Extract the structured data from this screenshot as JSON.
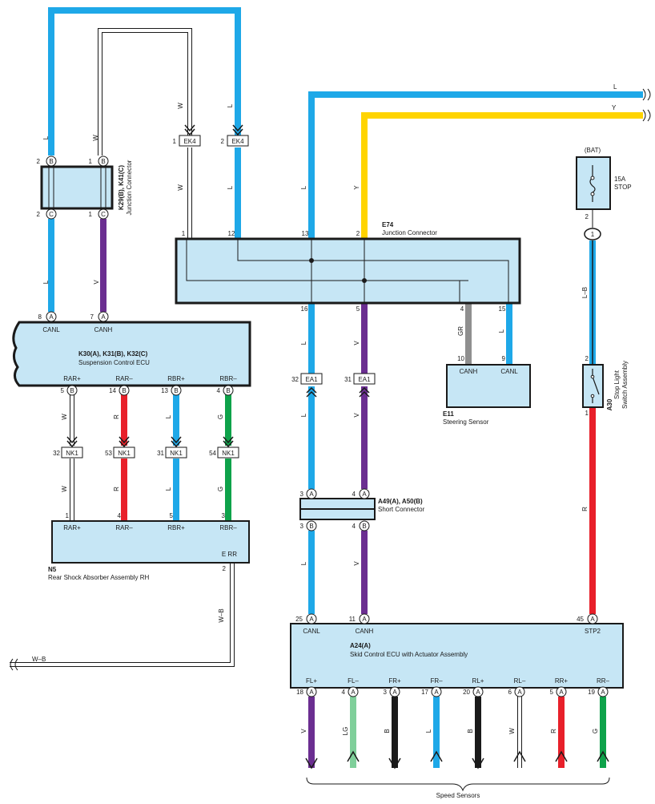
{
  "colors": {
    "L": "#1ea8e8",
    "Y": "#ffd400",
    "V": "#6b2e91",
    "R": "#e8202a",
    "G": "#0ea24a",
    "B": "#1a1a1a",
    "LG": "#7fcf9a",
    "GR": "#8f8f8f",
    "box": "#c6e6f5"
  },
  "wire_labels": {
    "L": "L",
    "Y": "Y",
    "W": "W",
    "V": "V",
    "R": "R",
    "G": "G",
    "B": "B",
    "LG": "LG",
    "GR": "GR",
    "LB": "L–B",
    "WB": "W–B"
  },
  "k29": {
    "name": "K29(B), K41(C)",
    "desc": "Junction Connector",
    "pin_b": "B",
    "pin_c": "C",
    "n2": "2",
    "n1": "1"
  },
  "k30": {
    "name": "K30(A), K31(B), K32(C)",
    "desc": "Suspension Control ECU",
    "canl": "CANL",
    "canh": "CANH",
    "p8": "8",
    "p7": "7",
    "pin_a": "A",
    "pins": [
      {
        "label": "RAR+",
        "num": "5",
        "conn": "B"
      },
      {
        "label": "RAR–",
        "num": "14",
        "conn": "B"
      },
      {
        "label": "RBR+",
        "num": "13",
        "conn": "B"
      },
      {
        "label": "RBR–",
        "num": "4",
        "conn": "B"
      }
    ]
  },
  "ek4": {
    "label": "EK4",
    "n1": "1",
    "n2": "2"
  },
  "nk1": {
    "label": "NK1",
    "nums": [
      "32",
      "53",
      "31",
      "54"
    ]
  },
  "n5": {
    "id": "N5",
    "desc": "Rear Shock Absorber Assembly RH",
    "pins": [
      {
        "label": "RAR+",
        "num": "1"
      },
      {
        "label": "RAR–",
        "num": "4"
      },
      {
        "label": "RBR+",
        "num": "5"
      },
      {
        "label": "RBR–",
        "num": "3"
      }
    ],
    "err": "E RR",
    "p2": "2"
  },
  "e74": {
    "id": "E74",
    "desc": "Junction Connector",
    "top": [
      "1",
      "12",
      "13",
      "2"
    ],
    "bottom": [
      "16",
      "5",
      "4",
      "15"
    ]
  },
  "ea1": {
    "label": "EA1",
    "n32": "32",
    "n31": "31"
  },
  "e11": {
    "id": "E11",
    "desc": "Steering Sensor",
    "canh": "CANH",
    "canl": "CANL",
    "p10": "10",
    "p9": "9"
  },
  "a49": {
    "name": "A49(A), A50(B)",
    "desc": "Short Connector",
    "n3": "3",
    "n4": "4",
    "pa": "A",
    "pb": "B"
  },
  "a24": {
    "id": "A24(A)",
    "desc": "Skid Control ECU with Actuator Assembly",
    "canl": "CANL",
    "canh": "CANH",
    "stp2": "STP2",
    "p25": "25",
    "p11": "11",
    "p45": "45",
    "pa": "A",
    "pins": [
      {
        "label": "FL+",
        "num": "18",
        "wire": "V"
      },
      {
        "label": "FL–",
        "num": "4",
        "wire": "LG"
      },
      {
        "label": "FR+",
        "num": "3",
        "wire": "B"
      },
      {
        "label": "FR–",
        "num": "17",
        "wire": "L"
      },
      {
        "label": "RL+",
        "num": "20",
        "wire": "B"
      },
      {
        "label": "RL–",
        "num": "6",
        "wire": "W"
      },
      {
        "label": "RR+",
        "num": "5",
        "wire": "R"
      },
      {
        "label": "RR–",
        "num": "19",
        "wire": "G"
      }
    ]
  },
  "speed_sensors": "Speed Sensors",
  "bat": "(BAT)",
  "fuse": {
    "amp": "15A",
    "name": "STOP",
    "p2": "2",
    "conn": "1"
  },
  "a30": {
    "id": "A30",
    "desc1": "Stop Light",
    "desc2": "Switch Assembly",
    "p2": "2",
    "p1": "1"
  }
}
